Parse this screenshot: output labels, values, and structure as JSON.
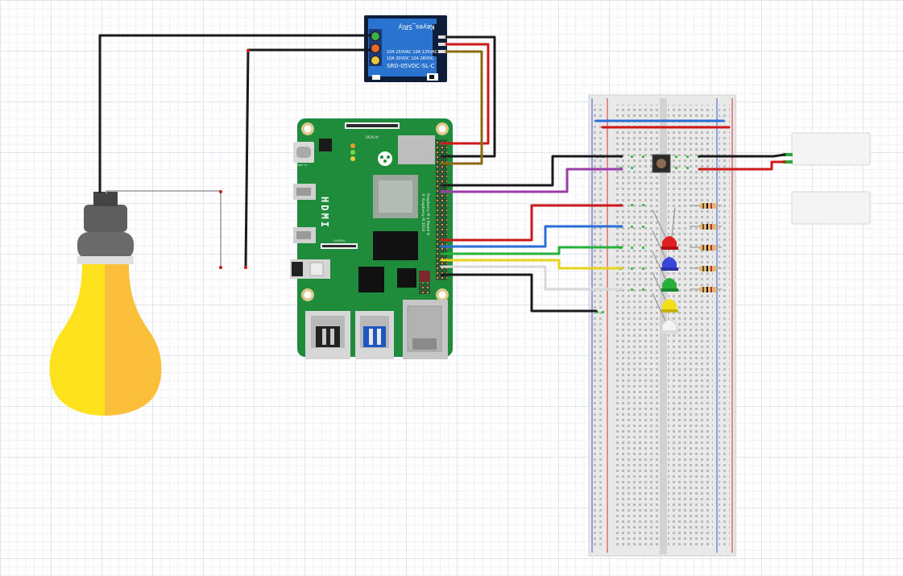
{
  "relay": {
    "brand": "Keyes_SRly",
    "rating_line1": "10A 250VAC 10A 125VAC",
    "rating_line2": "10A 30VDC 10A 28VDC",
    "model": "SRD-05VDC-SL-C"
  },
  "pi": {
    "hdmi_label": "HDMI",
    "silk_line1": "Raspberry Pi 4 Model B",
    "silk_line2": "© Raspberry Pi 2018",
    "display_label": "DISPLAY",
    "camera_label": "CAMERA",
    "power_label": "Power In"
  },
  "colors": {
    "board_green": "#1e8c3a",
    "wire_red": "#cc1818",
    "wire_black": "#1a1a1a",
    "wire_brown": "#8a6a10",
    "wire_purple": "#9b3da8",
    "wire_blue": "#2a6fd6",
    "wire_green": "#27b33a",
    "wire_yellow": "#e8d21a",
    "wire_white": "#d8d8d8",
    "bulb_left": "#ffe21e",
    "bulb_right": "#fcbf3a",
    "breadboard": "#e9e9e9"
  },
  "leds": [
    "red",
    "blue",
    "green",
    "yellow",
    "white"
  ]
}
